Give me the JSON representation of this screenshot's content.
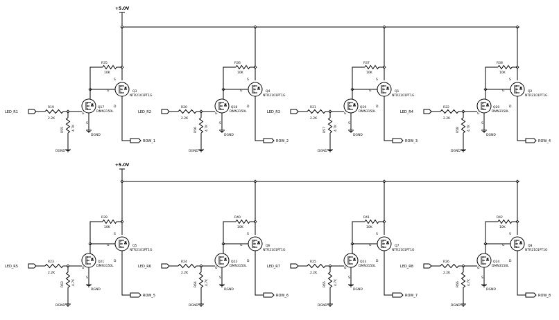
{
  "power_labels": [
    "+5.0V",
    "+5.0V"
  ],
  "ground_label": "DGND",
  "channels": [
    {
      "input": "LED_R1",
      "r_base": "R19",
      "r_base_val": "2.2K",
      "r_pd": "R55",
      "r_pd_val": "4.7K",
      "q_low": "Q17",
      "q_low_part": "DMN3150L",
      "r_pu": "R35",
      "r_pu_val": "10K",
      "q_high": "Q3",
      "q_high_part": "NTR2101PT1G",
      "output": "ROW_1"
    },
    {
      "input": "LED_R2",
      "r_base": "R20",
      "r_base_val": "2.2K",
      "r_pd": "R56",
      "r_pd_val": "4.7K",
      "q_low": "Q18",
      "q_low_part": "DMN3150L",
      "r_pu": "R36",
      "r_pu_val": "10K",
      "q_high": "Q4",
      "q_high_part": "NTR2101PT1G",
      "output": "ROW_2"
    },
    {
      "input": "LED_R3",
      "r_base": "R21",
      "r_base_val": "2.2K",
      "r_pd": "R57",
      "r_pd_val": "4.7K",
      "q_low": "Q19",
      "q_low_part": "DMN3150L",
      "r_pu": "R37",
      "r_pu_val": "10K",
      "q_high": "Q1",
      "q_high_part": "NTR2101PT1G",
      "output": "ROW_3"
    },
    {
      "input": "LED_R4",
      "r_base": "R22",
      "r_base_val": "2.2K",
      "r_pd": "R58",
      "r_pd_val": "4.7K",
      "q_low": "Q20",
      "q_low_part": "DMN3150L",
      "r_pu": "R38",
      "r_pu_val": "10K",
      "q_high": "Q2",
      "q_high_part": "NTR2101PT1G",
      "output": "ROW_4"
    },
    {
      "input": "LED_R5",
      "r_base": "R23",
      "r_base_val": "2.2K",
      "r_pd": "R63",
      "r_pd_val": "4.7K",
      "q_low": "Q21",
      "q_low_part": "DMN3150L",
      "r_pu": "R39",
      "r_pu_val": "10K",
      "q_high": "Q5",
      "q_high_part": "NTR2101PT1G",
      "output": "ROW_5"
    },
    {
      "input": "LED_R6",
      "r_base": "R24",
      "r_base_val": "2.2K",
      "r_pd": "R64",
      "r_pd_val": "4.7K",
      "q_low": "Q22",
      "q_low_part": "DMN3150L",
      "r_pu": "R40",
      "r_pu_val": "10K",
      "q_high": "Q6",
      "q_high_part": "NTR2101PT1G",
      "output": "ROW_6"
    },
    {
      "input": "LED_R7",
      "r_base": "R25",
      "r_base_val": "2.2K",
      "r_pd": "R65",
      "r_pd_val": "4.7K",
      "q_low": "Q23",
      "q_low_part": "DMN3150L",
      "r_pu": "R41",
      "r_pu_val": "10K",
      "q_high": "Q7",
      "q_high_part": "NTR2101PT1G",
      "output": "ROW_7"
    },
    {
      "input": "LED_R8",
      "r_base": "R26",
      "r_base_val": "2.2K",
      "r_pd": "R66",
      "r_pd_val": "4.7K",
      "q_low": "Q24",
      "q_low_part": "DMN3150L",
      "r_pu": "R42",
      "r_pu_val": "10K",
      "q_high": "Q8",
      "q_high_part": "NTR2101PT1G",
      "output": "ROW_8"
    }
  ],
  "pin_labels": {
    "gate": "G",
    "source": "S",
    "drain": "D"
  }
}
